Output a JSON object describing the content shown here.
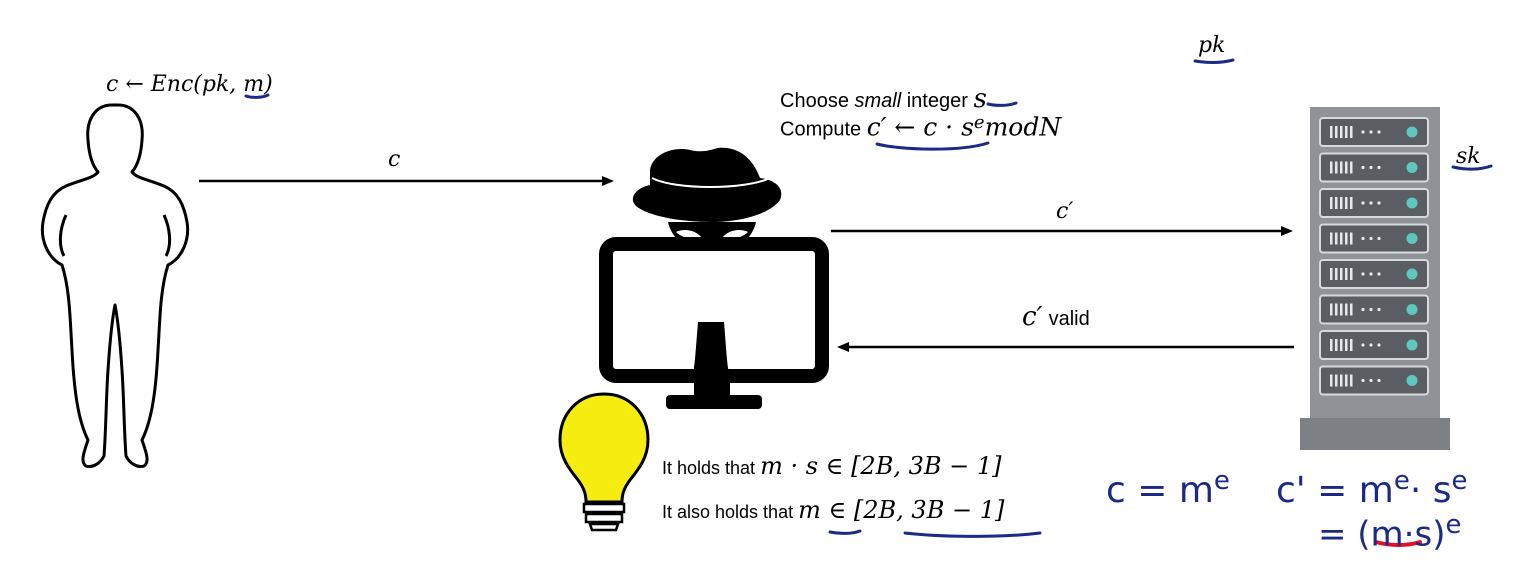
{
  "alice": {
    "encrypt_label": "c ← Enc(pk, m)"
  },
  "messages": {
    "alice_to_attacker": "c",
    "attacker_to_server": "c′",
    "server_to_attacker_symbol": "c′",
    "server_to_attacker_text": "valid"
  },
  "attacker": {
    "step1_prefix": "Choose",
    "step1_emph": "small",
    "step1_suffix": "integer",
    "step1_var": "s",
    "step2_prefix": "Compute",
    "step2_math": "c′ ← c · s",
    "step2_exp": "e",
    "step2_tail": "modN"
  },
  "server": {
    "public_key": "pk",
    "secret_key": "sk"
  },
  "insight": {
    "line1_prefix": "It holds that",
    "line1_math": "m · s ∈ [2B, 3B − 1]",
    "line2_prefix": "It also holds that",
    "line2_math": "m ∈ [2B, 3B − 1]"
  },
  "handwritten": {
    "eq1": "c = m",
    "eq1_exp": "e",
    "eq2": "c' = m",
    "eq2_exp1": "e",
    "eq2_mid": "· s",
    "eq2_exp2": "e",
    "eq3": "= (m·s)",
    "eq3_exp": "e"
  },
  "colors": {
    "ink_blue": "#1a2a86",
    "ink_red": "#e0102a",
    "bulb_yellow": "#f5ec10",
    "server_gray": "#8f9397",
    "server_led": "#5ec8c0"
  }
}
